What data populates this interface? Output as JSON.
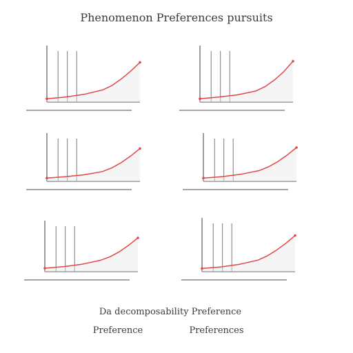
{
  "header": {
    "title": "Phenomenon Preferences pursuits"
  },
  "footer": {
    "line1": "Da decomposability Preference",
    "line2a": "Preference",
    "line2b": "Preferences"
  },
  "colors": {
    "curve": "#e04848",
    "ink": "#4a4a4a",
    "shade": "#e8e8e8"
  },
  "chart_data": [
    {
      "type": "line",
      "title": "",
      "xlabel": "",
      "ylabel": "",
      "xlim": [
        0,
        10
      ],
      "ylim": [
        0,
        10
      ],
      "grid": false,
      "series": [
        {
          "x": [
            0,
            2,
            4,
            6,
            7,
            8,
            9,
            10
          ],
          "y": [
            0.6,
            0.9,
            1.4,
            2.2,
            3.0,
            4.2,
            5.6,
            7.2
          ]
        }
      ]
    },
    {
      "type": "line",
      "title": "",
      "xlabel": "",
      "ylabel": "",
      "xlim": [
        0,
        10
      ],
      "ylim": [
        0,
        10
      ],
      "grid": false,
      "series": [
        {
          "x": [
            0,
            2,
            4,
            6,
            7,
            8,
            9,
            10
          ],
          "y": [
            0.6,
            0.9,
            1.3,
            2.0,
            2.8,
            4.0,
            5.5,
            7.4
          ]
        }
      ]
    },
    {
      "type": "line",
      "title": "",
      "xlabel": "",
      "ylabel": "",
      "xlim": [
        0,
        10
      ],
      "ylim": [
        0,
        10
      ],
      "grid": false,
      "series": [
        {
          "x": [
            0,
            2,
            4,
            6,
            7,
            8,
            9,
            10
          ],
          "y": [
            0.7,
            1.0,
            1.4,
            2.1,
            2.9,
            4.0,
            5.4,
            7.0
          ]
        }
      ]
    },
    {
      "type": "line",
      "title": "",
      "xlabel": "",
      "ylabel": "",
      "xlim": [
        0,
        10
      ],
      "ylim": [
        0,
        10
      ],
      "grid": false,
      "series": [
        {
          "x": [
            0,
            2,
            4,
            6,
            7,
            8,
            9,
            10
          ],
          "y": [
            0.7,
            1.0,
            1.5,
            2.3,
            3.1,
            4.2,
            5.6,
            7.2
          ]
        }
      ]
    },
    {
      "type": "line",
      "title": "",
      "xlabel": "",
      "ylabel": "",
      "xlim": [
        0,
        10
      ],
      "ylim": [
        0,
        10
      ],
      "grid": false,
      "series": [
        {
          "x": [
            0,
            2,
            4,
            6,
            7,
            8,
            9,
            10
          ],
          "y": [
            0.7,
            1.0,
            1.5,
            2.3,
            3.0,
            4.0,
            5.3,
            6.8
          ]
        }
      ]
    },
    {
      "type": "line",
      "title": "",
      "xlabel": "",
      "ylabel": "",
      "xlim": [
        0,
        10
      ],
      "ylim": [
        0,
        10
      ],
      "grid": false,
      "series": [
        {
          "x": [
            0,
            2,
            4,
            6,
            7,
            8,
            9,
            10
          ],
          "y": [
            0.6,
            0.9,
            1.4,
            2.2,
            3.0,
            4.1,
            5.4,
            6.9
          ]
        }
      ]
    }
  ]
}
